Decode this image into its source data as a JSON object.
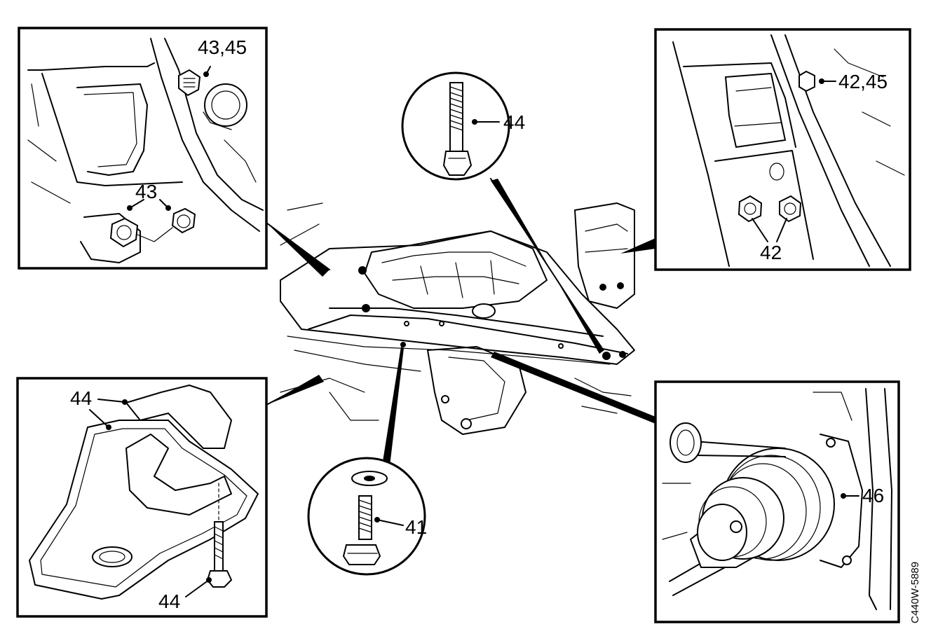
{
  "callouts": {
    "tl_top": "43,45",
    "tl_mid": "43",
    "tr_top": "42,45",
    "tr_bottom": "42",
    "bl_left": "44",
    "bl_bottom": "44",
    "circle_top": "44",
    "circle_bottom": "41",
    "br_right": "46"
  },
  "figure_code": "C440W-5889"
}
